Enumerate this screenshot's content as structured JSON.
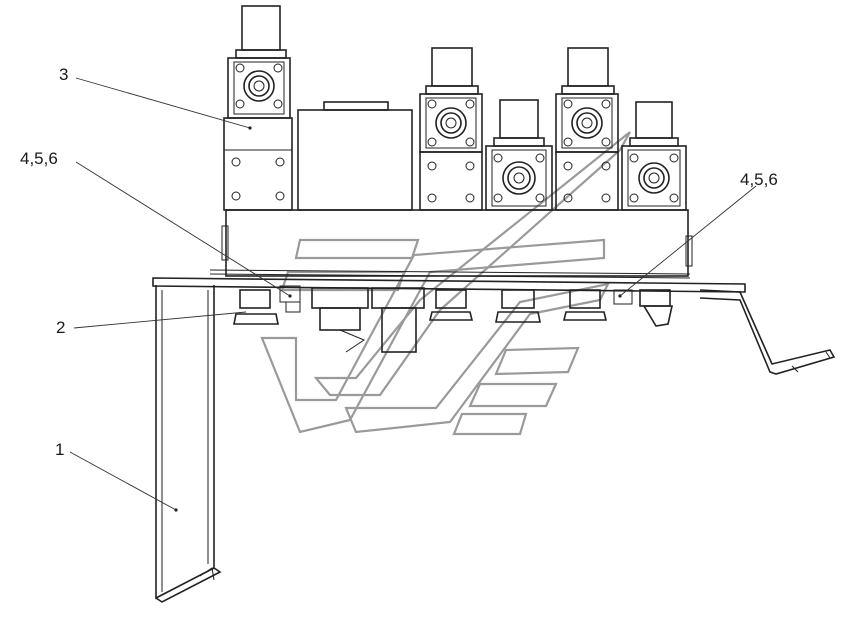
{
  "callouts": {
    "c1": "1",
    "c2": "2",
    "c3": "3",
    "c456_left": "4,5,6",
    "c456_right": "4,5,6"
  },
  "colors": {
    "line": "#222222",
    "watermark": "#9a9a9a",
    "background": "#ffffff"
  }
}
